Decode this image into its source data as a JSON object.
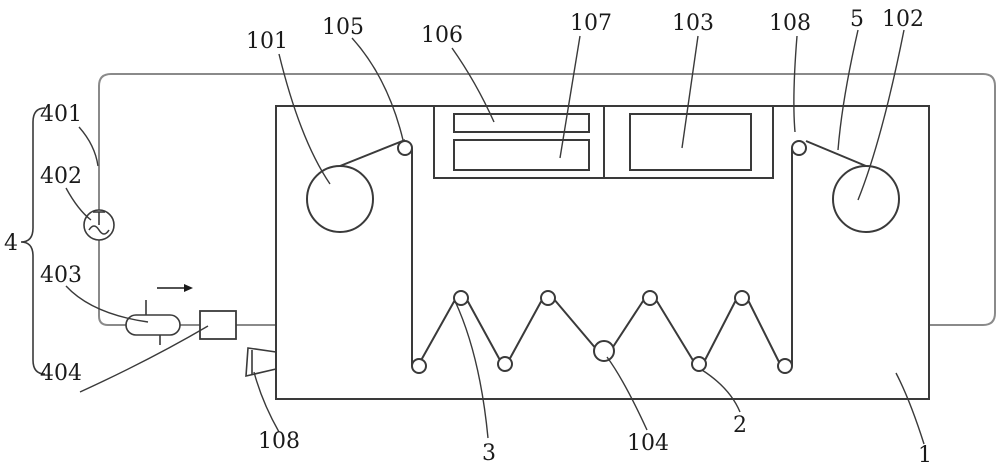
{
  "colors": {
    "line": "#3a3a3a",
    "duct": "#8a8a8a",
    "text": "#1a1a1a",
    "background": "#ffffff"
  },
  "labels": {
    "l101": "101",
    "l105": "105",
    "l106": "106",
    "l107": "107",
    "l103": "103",
    "l108_top": "108",
    "l5": "5",
    "l102": "102",
    "l401": "401",
    "l402": "402",
    "l4": "4",
    "l403": "403",
    "l404": "404",
    "l108_bottom": "108",
    "l3": "3",
    "l104": "104",
    "l2": "2",
    "l1": "1"
  },
  "icons": {
    "fan": "fan-icon",
    "flow_arrow": "right-arrow-icon",
    "valve": "valve-icon",
    "box": "square-box-icon",
    "nozzle": "nozzle-icon"
  }
}
